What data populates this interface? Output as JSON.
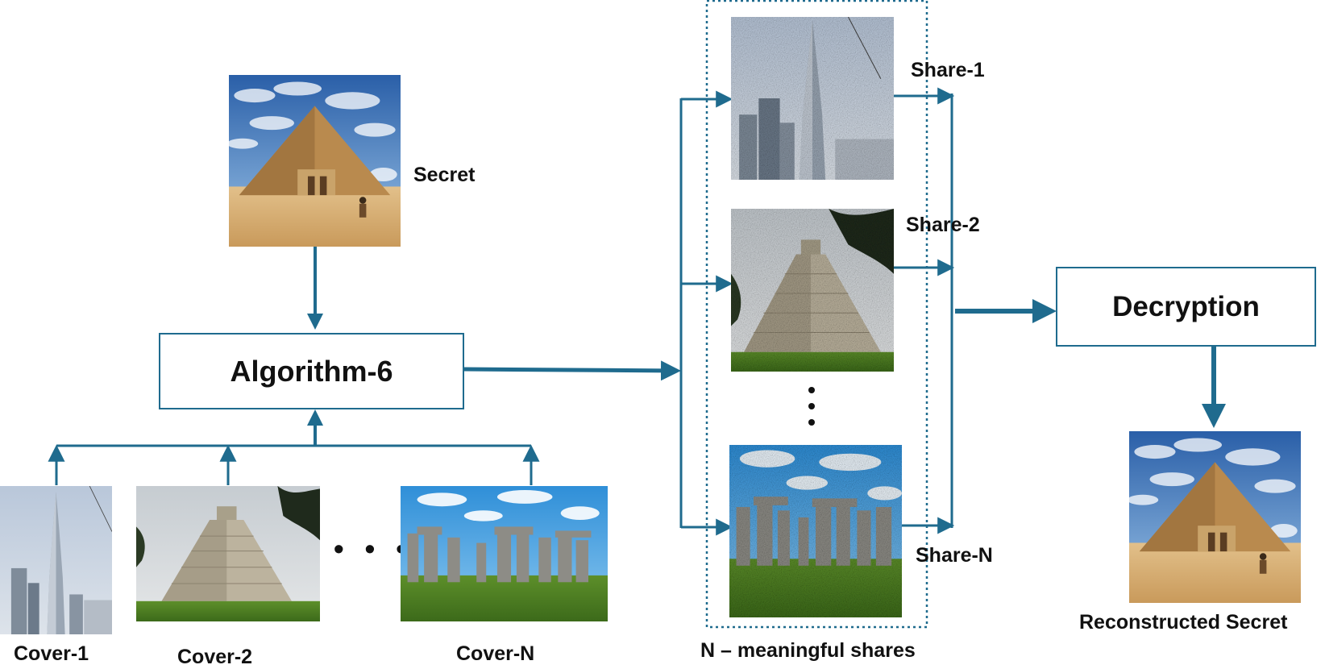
{
  "secret": {
    "label": "Secret"
  },
  "algorithm": {
    "label": "Algorithm-6"
  },
  "covers": [
    {
      "label": "Cover-1",
      "scene": "burj-khalifa"
    },
    {
      "label": "Cover-2",
      "scene": "chichen-itza"
    },
    {
      "label": "Cover-N",
      "scene": "stonehenge"
    }
  ],
  "shares": [
    {
      "label": "Share-1",
      "scene": "burj-khalifa"
    },
    {
      "label": "Share-2",
      "scene": "chichen-itza"
    },
    {
      "label": "Share-N",
      "scene": "stonehenge"
    }
  ],
  "shares_group": {
    "label": "N – meaningful shares"
  },
  "decryption": {
    "label": "Decryption"
  },
  "reconstructed": {
    "label": "Reconstructed Secret",
    "scene": "pyramid"
  },
  "colors": {
    "arrow": "#1f6b8e",
    "box_border": "#1f6b8e",
    "dotted_border": "#1f6b8e"
  }
}
